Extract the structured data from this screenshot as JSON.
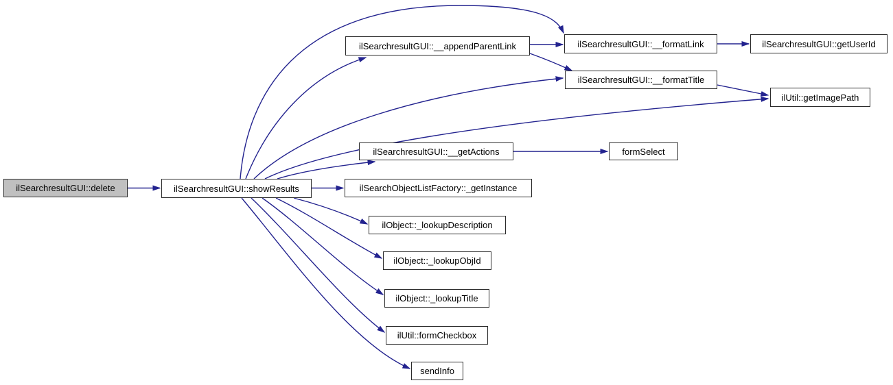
{
  "diagram": {
    "type": "call-graph",
    "colors": {
      "edge": "#23238f",
      "node_background": "#ffffff",
      "node_border": "#2b2b2b",
      "highlight_background": "#c0c0c0",
      "text": "#000000"
    },
    "nodes": [
      {
        "id": "delete",
        "label": "ilSearchresultGUI::delete",
        "highlighted": true
      },
      {
        "id": "showResults",
        "label": "ilSearchresultGUI::showResults",
        "highlighted": false
      },
      {
        "id": "appendParentLink",
        "label": "ilSearchresultGUI::__appendParentLink",
        "highlighted": false
      },
      {
        "id": "formatLink",
        "label": "ilSearchresultGUI::__formatLink",
        "highlighted": false
      },
      {
        "id": "getUserId",
        "label": "ilSearchresultGUI::getUserId",
        "highlighted": false
      },
      {
        "id": "formatTitle",
        "label": "ilSearchresultGUI::__formatTitle",
        "highlighted": false
      },
      {
        "id": "getImagePath",
        "label": "ilUtil::getImagePath",
        "highlighted": false
      },
      {
        "id": "getActions",
        "label": "ilSearchresultGUI::__getActions",
        "highlighted": false
      },
      {
        "id": "formSelect",
        "label": "formSelect",
        "highlighted": false
      },
      {
        "id": "getInstance",
        "label": "ilSearchObjectListFactory::_getInstance",
        "highlighted": false
      },
      {
        "id": "lookupDescription",
        "label": "ilObject::_lookupDescription",
        "highlighted": false
      },
      {
        "id": "lookupObjId",
        "label": "ilObject::_lookupObjId",
        "highlighted": false
      },
      {
        "id": "lookupTitle",
        "label": "ilObject::_lookupTitle",
        "highlighted": false
      },
      {
        "id": "formCheckbox",
        "label": "ilUtil::formCheckbox",
        "highlighted": false
      },
      {
        "id": "sendInfo",
        "label": "sendInfo",
        "highlighted": false
      }
    ],
    "edges": [
      {
        "from": "delete",
        "to": "showResults"
      },
      {
        "from": "showResults",
        "to": "formatLink"
      },
      {
        "from": "showResults",
        "to": "appendParentLink"
      },
      {
        "from": "showResults",
        "to": "formatTitle"
      },
      {
        "from": "showResults",
        "to": "getImagePath"
      },
      {
        "from": "showResults",
        "to": "getActions"
      },
      {
        "from": "showResults",
        "to": "getInstance"
      },
      {
        "from": "showResults",
        "to": "lookupDescription"
      },
      {
        "from": "showResults",
        "to": "lookupObjId"
      },
      {
        "from": "showResults",
        "to": "lookupTitle"
      },
      {
        "from": "showResults",
        "to": "formCheckbox"
      },
      {
        "from": "showResults",
        "to": "sendInfo"
      },
      {
        "from": "appendParentLink",
        "to": "formatLink"
      },
      {
        "from": "appendParentLink",
        "to": "formatTitle"
      },
      {
        "from": "formatLink",
        "to": "getUserId"
      },
      {
        "from": "formatTitle",
        "to": "getImagePath"
      },
      {
        "from": "getActions",
        "to": "formSelect"
      }
    ]
  }
}
